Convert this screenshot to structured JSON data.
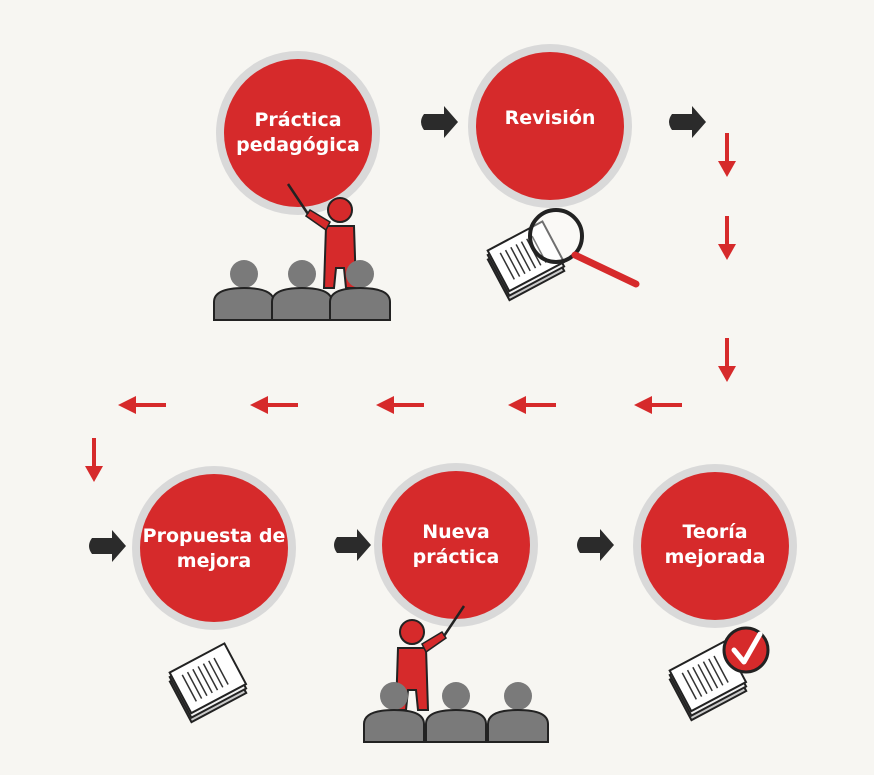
{
  "colors": {
    "accent_red": "#d62a2b",
    "ring_grey": "#d9d9d9",
    "people_grey": "#7a7a7a",
    "connector_dark": "#2b2b2b",
    "background": "#f7f6f2"
  },
  "nodes": [
    {
      "id": "practica-pedagogica",
      "label": "Práctica\npedagógica",
      "icon": "teacher-with-audience-icon"
    },
    {
      "id": "revision",
      "label": "Revisión",
      "icon": "document-magnifier-icon"
    },
    {
      "id": "teoria-mejorada",
      "label": "Teoría\nmejorada",
      "icon": "document-checkmark-icon"
    },
    {
      "id": "nueva-practica",
      "label": "Nueva\npráctica",
      "icon": "teacher-with-audience-icon"
    },
    {
      "id": "propuesta-de-mejora",
      "label": "Propuesta de\nmejora",
      "icon": "document-icon"
    }
  ],
  "flow": [
    {
      "from": "practica-pedagogica",
      "to": "revision"
    },
    {
      "from": "revision",
      "to": "propuesta-de-mejora"
    },
    {
      "from": "propuesta-de-mejora",
      "to": "nueva-practica"
    },
    {
      "from": "nueva-practica",
      "to": "teoria-mejorada"
    }
  ]
}
